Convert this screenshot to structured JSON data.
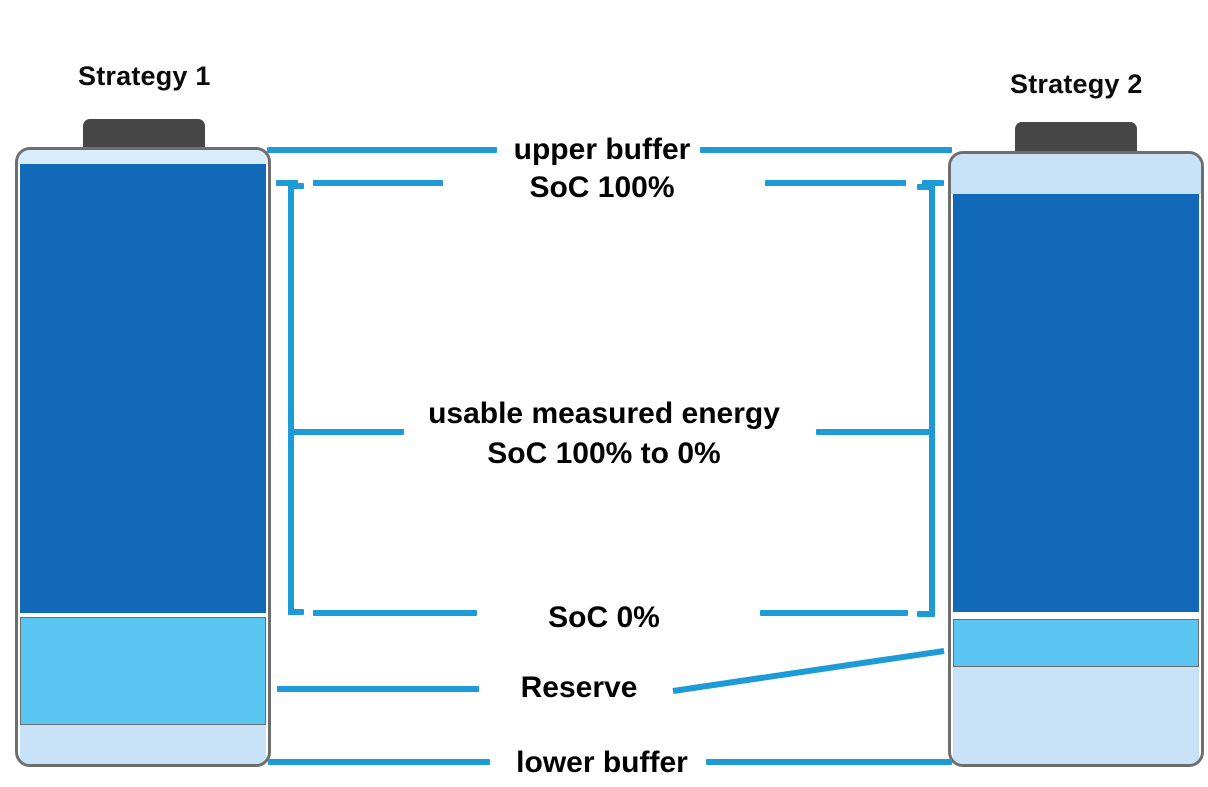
{
  "diagram": {
    "kind": "battery-energy-buffer-comparison",
    "titles": {
      "left": "Strategy 1",
      "right": "Strategy 2"
    },
    "labels": {
      "upper_buffer": "upper buffer",
      "soc_100": "SoC 100%",
      "usable_line1": "usable measured energy",
      "usable_line2": "SoC 100% to 0%",
      "soc_0": "SoC 0%",
      "reserve": "Reserve",
      "lower_buffer": "lower buffer"
    },
    "colors": {
      "usable": "#1169b8",
      "reserve": "#5bc5f2",
      "buffer": "#c8e3f8",
      "leader": "#1e9bd7",
      "shell_border": "#6e6e6e",
      "cap": "#464646",
      "text": "#000000",
      "background": "#ffffff"
    },
    "batteries": [
      {
        "name": "strategy-1",
        "segments": [
          {
            "name": "upper-buffer",
            "color": "#c8e3f8",
            "share_pct": 2
          },
          {
            "name": "usable-measured-energy",
            "color": "#1169b8",
            "share_pct": 72
          },
          {
            "name": "reserve",
            "color": "#5bc5f2",
            "share_pct": 18
          },
          {
            "name": "lower-buffer",
            "color": "#c8e3f8",
            "share_pct": 8
          }
        ]
      },
      {
        "name": "strategy-2",
        "segments": [
          {
            "name": "upper-buffer",
            "color": "#c8e3f8",
            "share_pct": 7
          },
          {
            "name": "usable-measured-energy",
            "color": "#1169b8",
            "share_pct": 68
          },
          {
            "name": "reserve",
            "color": "#5bc5f2",
            "share_pct": 8
          },
          {
            "name": "lower-buffer",
            "color": "#c8e3f8",
            "share_pct": 17
          }
        ]
      }
    ]
  }
}
